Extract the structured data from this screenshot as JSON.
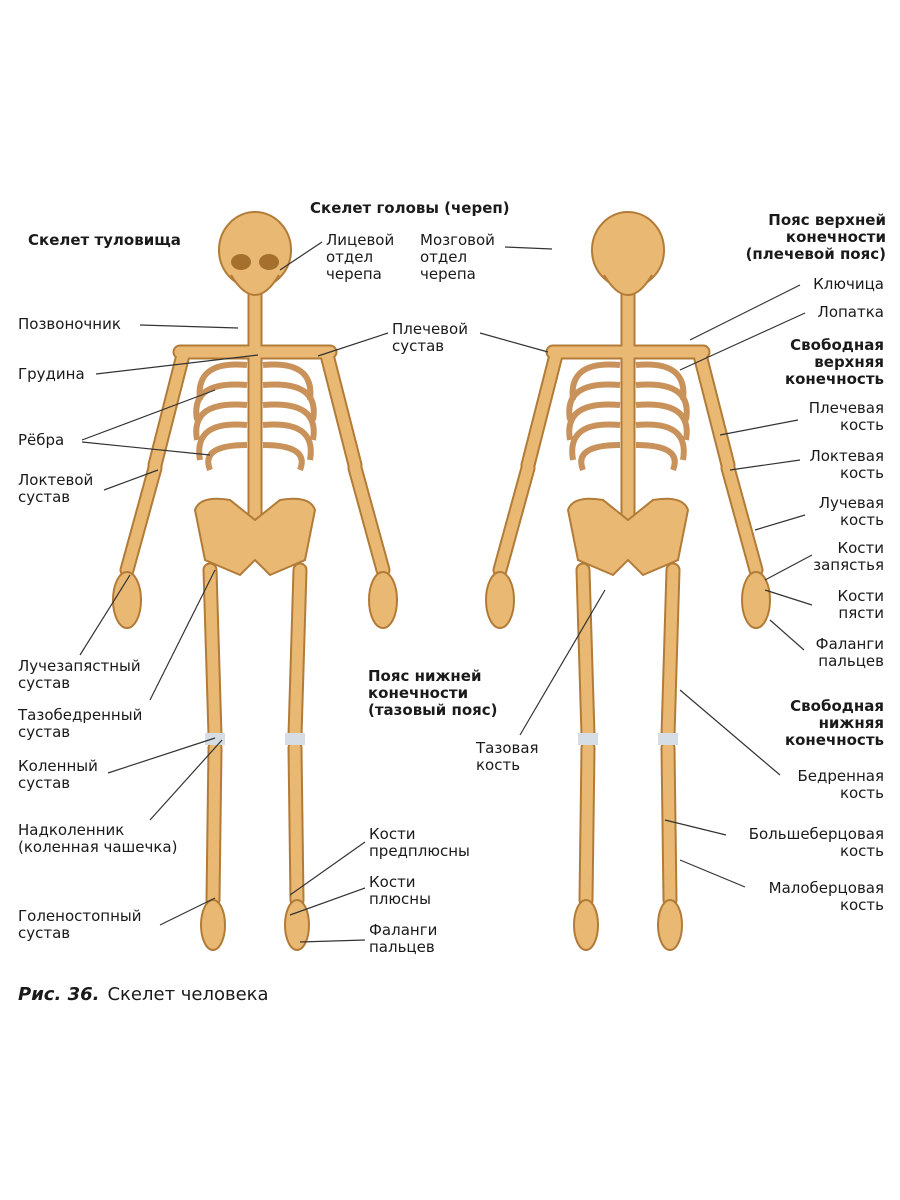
{
  "colors": {
    "bone": "#e9b873",
    "bone_outline": "#b27b38",
    "cartilage": "#d7dde4",
    "line": "#333333"
  },
  "labels": {
    "head_skeleton": "Скелет головы (череп)",
    "trunk_skeleton": "Скелет туловища",
    "facial_skull": "Лицевой\nотдел\nчерепа",
    "brain_skull": "Мозговой\nотдел\nчерепа",
    "spine": "Позвоночник",
    "sternum": "Грудина",
    "shoulder_joint": "Плечевой\nсустав",
    "ribs": "Рёбра",
    "elbow_joint": "Локтевой\nсустав",
    "wrist_joint": "Лучезапястный\nсустав",
    "hip_joint": "Тазобедренный\nсустав",
    "knee_joint": "Коленный\nсустав",
    "patella": "Надколенник\n(коленная чашечка)",
    "ankle_joint": "Голеностопный\nсустав",
    "tarsal": "Кости\nпредплюсны",
    "metatarsal": "Кости\nплюсны",
    "toe_phalanges": "Фаланги\nпальцев",
    "pelvic_girdle": "Пояс нижней\nконечности\n(тазовый пояс)",
    "pelvic_bone": "Тазовая\nкость",
    "shoulder_girdle": "Пояс верхней\nконечности\n(плечевой пояс)",
    "clavicle": "Ключица",
    "scapula": "Лопатка",
    "free_upper_limb": "Свободная\nверхняя\nконечность",
    "humerus": "Плечевая\nкость",
    "ulna": "Локтевая\nкость",
    "radius": "Лучевая\nкость",
    "carpal": "Кости\nзапястья",
    "metacarpal": "Кости\nпясти",
    "finger_phalanges": "Фаланги\nпальцев",
    "free_lower_limb": "Свободная\nнижняя\nконечность",
    "femur": "Бедренная\nкость",
    "tibia": "Большеберцовая\nкость",
    "fibula": "Малоберцовая\nкость"
  },
  "caption": {
    "number": "Рис. 36.",
    "text": "Скелет человека"
  }
}
